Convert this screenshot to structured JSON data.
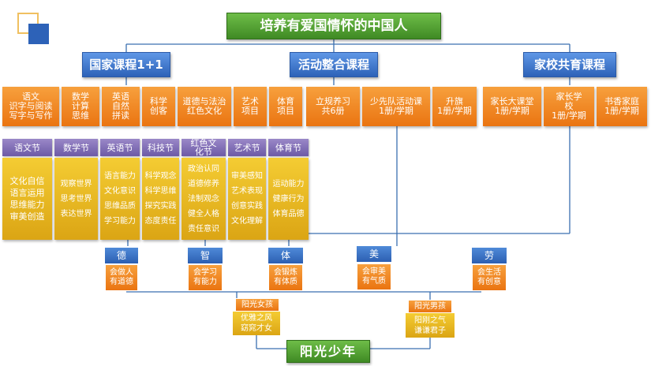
{
  "title": "培养有爱国情怀的中国人",
  "bottom_title": "阳光少年",
  "categories": [
    {
      "label": "国家课程1+1"
    },
    {
      "label": "活动整合课程"
    },
    {
      "label": "家校共育课程"
    }
  ],
  "national_courses": [
    {
      "lines": [
        "语文",
        "识字与阅读",
        "写字与写作"
      ]
    },
    {
      "lines": [
        "数学",
        "计算",
        "思维"
      ]
    },
    {
      "lines": [
        "英语",
        "自然",
        "拼读"
      ]
    },
    {
      "lines": [
        "科学",
        "创客"
      ]
    },
    {
      "lines": [
        "道德与法治",
        "红色文化"
      ]
    },
    {
      "lines": [
        "艺术",
        "项目"
      ]
    },
    {
      "lines": [
        "体育",
        "项目"
      ]
    }
  ],
  "activity_courses": [
    {
      "lines": [
        "立规养习",
        "共6册"
      ]
    },
    {
      "lines": [
        "少先队活动课",
        "1册/学期"
      ]
    },
    {
      "lines": [
        "升旗",
        "1册/学期"
      ]
    }
  ],
  "family_courses": [
    {
      "lines": [
        "家长大课堂",
        "1册/学期"
      ]
    },
    {
      "lines": [
        "家长学",
        "校",
        "1册/学期"
      ]
    },
    {
      "lines": [
        "书香家庭",
        "1册/学期"
      ]
    }
  ],
  "festivals": [
    {
      "label": "语文节",
      "skills": [
        "文化自信",
        "语言运用",
        "思维能力",
        "审美创造"
      ]
    },
    {
      "label": "数学节",
      "skills": [
        "观察世界",
        "思考世界",
        "表达世界"
      ]
    },
    {
      "label": "英语节",
      "skills": [
        "语言能力",
        "文化意识",
        "思维品质",
        "学习能力"
      ]
    },
    {
      "label": "科技节",
      "skills": [
        "科学观念",
        "科学思维",
        "探究实践",
        "态度责任"
      ]
    },
    {
      "label": "红色文化节",
      "skills": [
        "政治认同",
        "道德修养",
        "法制观念",
        "健全人格",
        "责任意识"
      ]
    },
    {
      "label": "艺术节",
      "skills": [
        "审美感知",
        "艺术表现",
        "创意实践",
        "文化理解"
      ]
    },
    {
      "label": "体育节",
      "skills": [
        "运动能力",
        "健康行为",
        "体育品德"
      ]
    }
  ],
  "virtues": [
    {
      "label": "德",
      "lines": [
        "会做人",
        "有道德"
      ]
    },
    {
      "label": "智",
      "lines": [
        "会学习",
        "有能力"
      ]
    },
    {
      "label": "体",
      "lines": [
        "会锻炼",
        "有体质"
      ]
    },
    {
      "label": "美",
      "lines": [
        "会审美",
        "有气质"
      ]
    },
    {
      "label": "劳",
      "lines": [
        "会生活",
        "有创意"
      ]
    }
  ],
  "sunshine": [
    {
      "label": "阳光女孩",
      "lines": [
        "优雅之风",
        "窈窕才女"
      ]
    },
    {
      "label": "阳光男孩",
      "lines": [
        "阳刚之气",
        "谦谦君子"
      ]
    }
  ]
}
